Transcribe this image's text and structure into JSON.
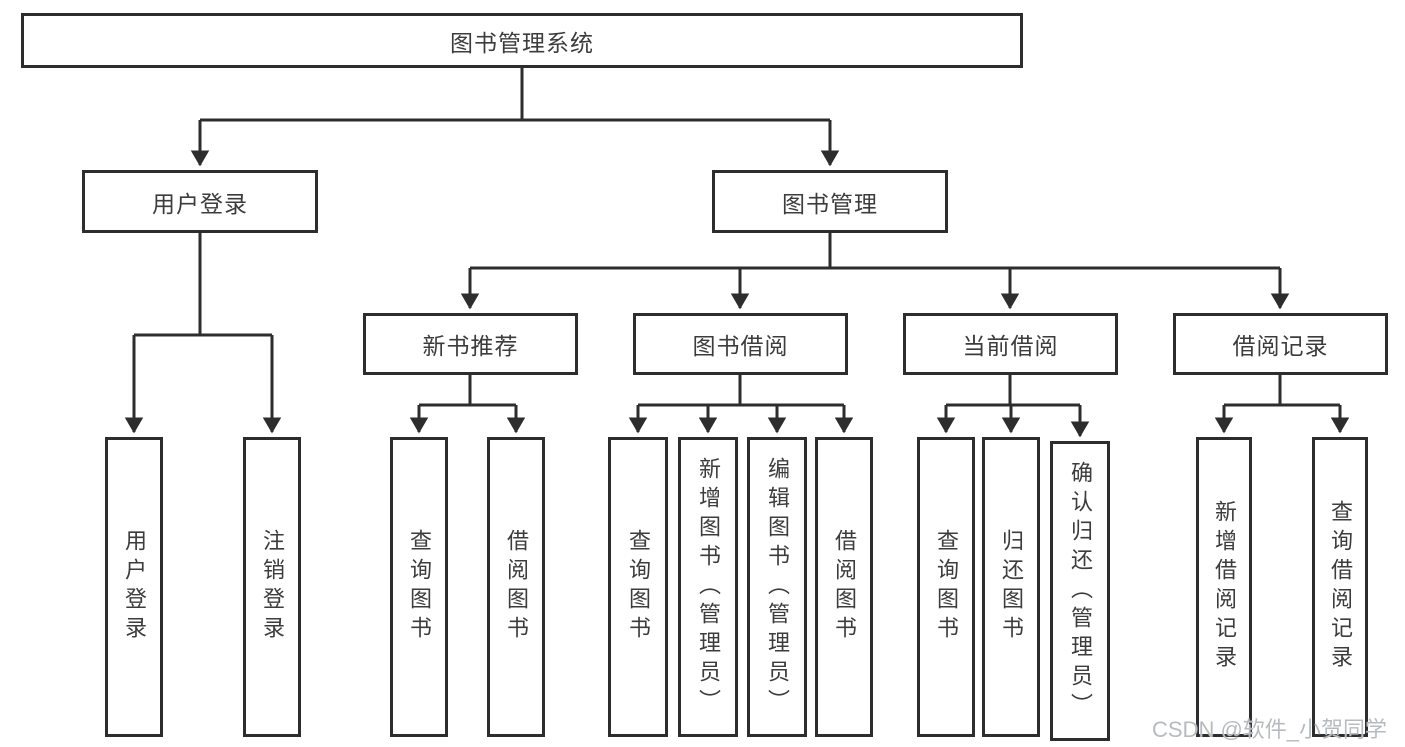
{
  "tree": {
    "root": {
      "label": "图书管理系统"
    },
    "branches": [
      {
        "label": "用户登录",
        "leaves": [
          {
            "label": "用户登录"
          },
          {
            "label": "注销登录"
          }
        ]
      },
      {
        "label": "图书管理",
        "groups": [
          {
            "label": "新书推荐",
            "leaves": [
              {
                "label": "查询图书"
              },
              {
                "label": "借阅图书"
              }
            ]
          },
          {
            "label": "图书借阅",
            "leaves": [
              {
                "label": "查询图书"
              },
              {
                "label": "新增图书（管理员）"
              },
              {
                "label": "编辑图书（管理员）"
              },
              {
                "label": "借阅图书"
              }
            ]
          },
          {
            "label": "当前借阅",
            "leaves": [
              {
                "label": "查询图书"
              },
              {
                "label": "归还图书"
              },
              {
                "label": "确认归还（管理员）"
              }
            ]
          },
          {
            "label": "借阅记录",
            "leaves": [
              {
                "label": "新增借阅记录"
              },
              {
                "label": "查询借阅记录"
              }
            ]
          }
        ]
      }
    ]
  },
  "watermark": {
    "text": "CSDN @软件_小贺同学"
  },
  "colors": {
    "line": "#2d2d2d",
    "box_border": "#2d2d2d",
    "text": "#3c3c3c",
    "background": "#ffffff",
    "watermark_text": "#b7bbbf"
  }
}
